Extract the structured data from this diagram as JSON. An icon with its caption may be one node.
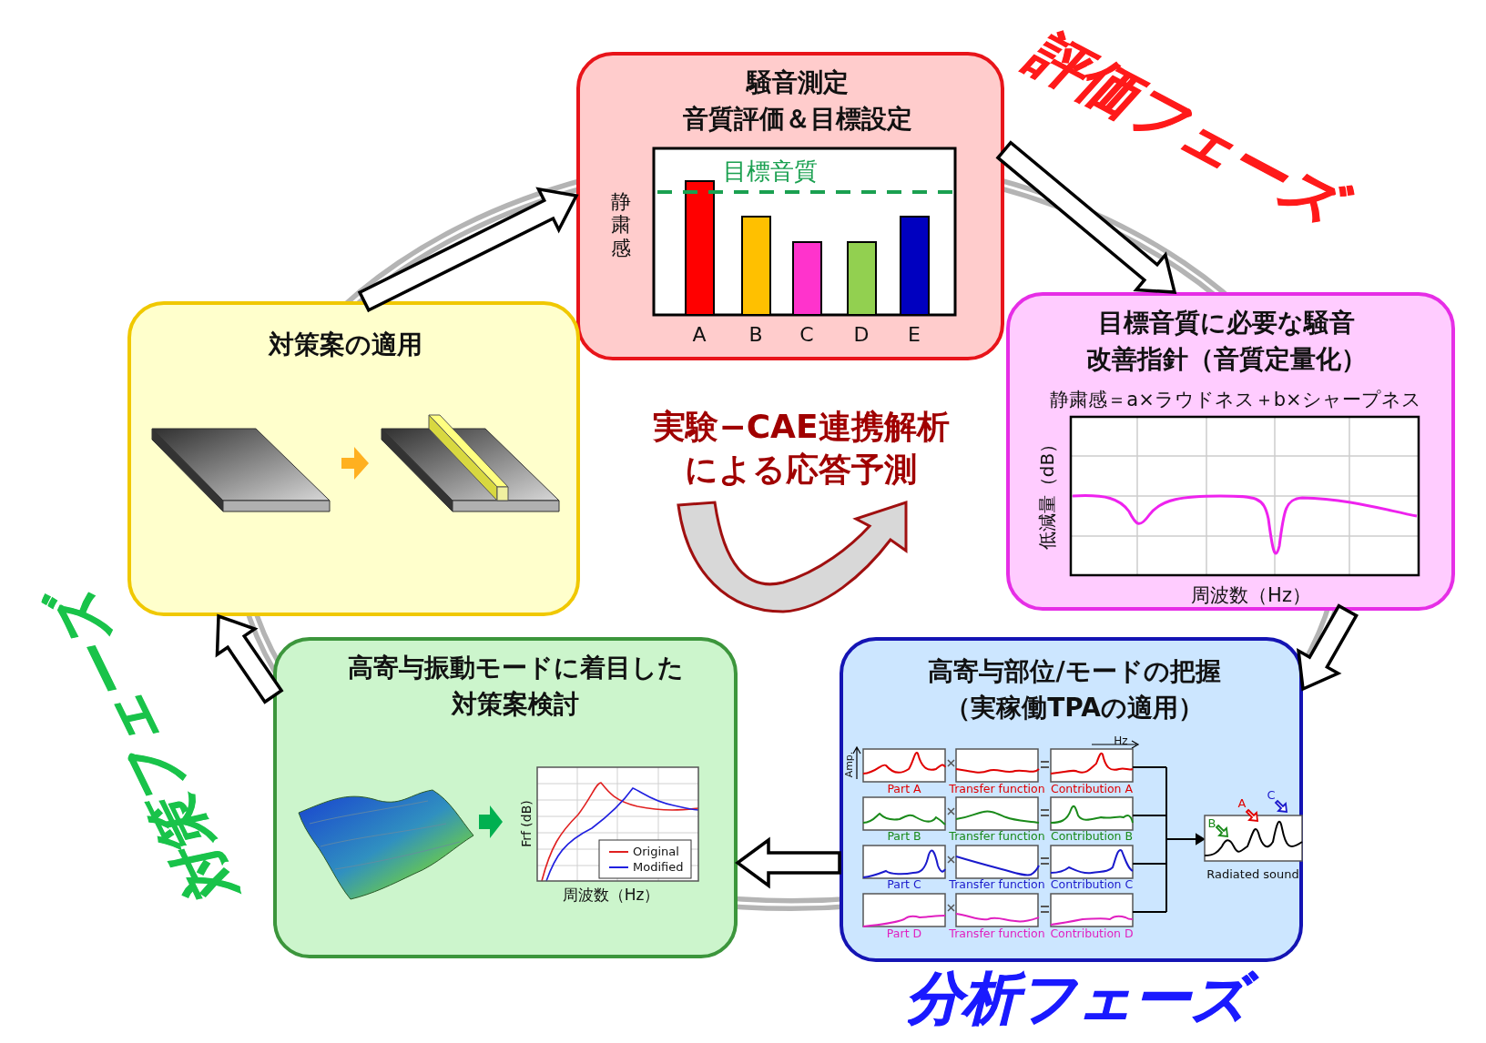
{
  "diagram": {
    "nodes": [
      {
        "text": [
          "騒音測定音質評価＆目標設定"
        ]
      },
      {
        "text": [
          "目標音質に必要な騒音改善指針（音質定量化）",
          "静粛感＝a×ラウドネス＋b×シャープネス"
        ]
      },
      {
        "text": [
          "高寄与部位/モードの把握（実稼働TPAの適用）"
        ]
      },
      {
        "text": [
          "高寄与振動モードに着目した対策案検討"
        ]
      },
      {
        "text": [
          "対策案の適用"
        ]
      }
    ],
    "edges": [
      {
        "from": 0,
        "to": 1,
        "arrow": "to"
      },
      {
        "from": 1,
        "to": 2,
        "arrow": "to"
      },
      {
        "from": 2,
        "to": 3,
        "arrow": "to"
      },
      {
        "from": 3,
        "to": 4,
        "arrow": "to"
      },
      {
        "from": 4,
        "to": 0,
        "arrow": "to"
      }
    ],
    "labels": [
      "評価フェーズ",
      "目標音質",
      "静粛感",
      "A",
      "B",
      "C",
      "D",
      "E",
      "実験−CAE連携解析による応答予測",
      "低減量（dB）",
      "周波数（Hz）",
      "Hz",
      "Amp.",
      "Part A",
      "Transfer function",
      "Contribution A",
      "Part B",
      "Transfer function",
      "Contribution B",
      "Part C",
      "Transfer function",
      "Contribution C",
      "Part D",
      "Transfer function",
      "Contribution D",
      "C",
      "A",
      "B",
      "Radiated sound",
      "Frf (dB)",
      "周波数（Hz）",
      "対策フェーズ",
      "分析フェーズ"
    ],
    "legend": [
      {
        "text": "Original"
      },
      {
        "text": "Modified"
      }
    ]
  }
}
